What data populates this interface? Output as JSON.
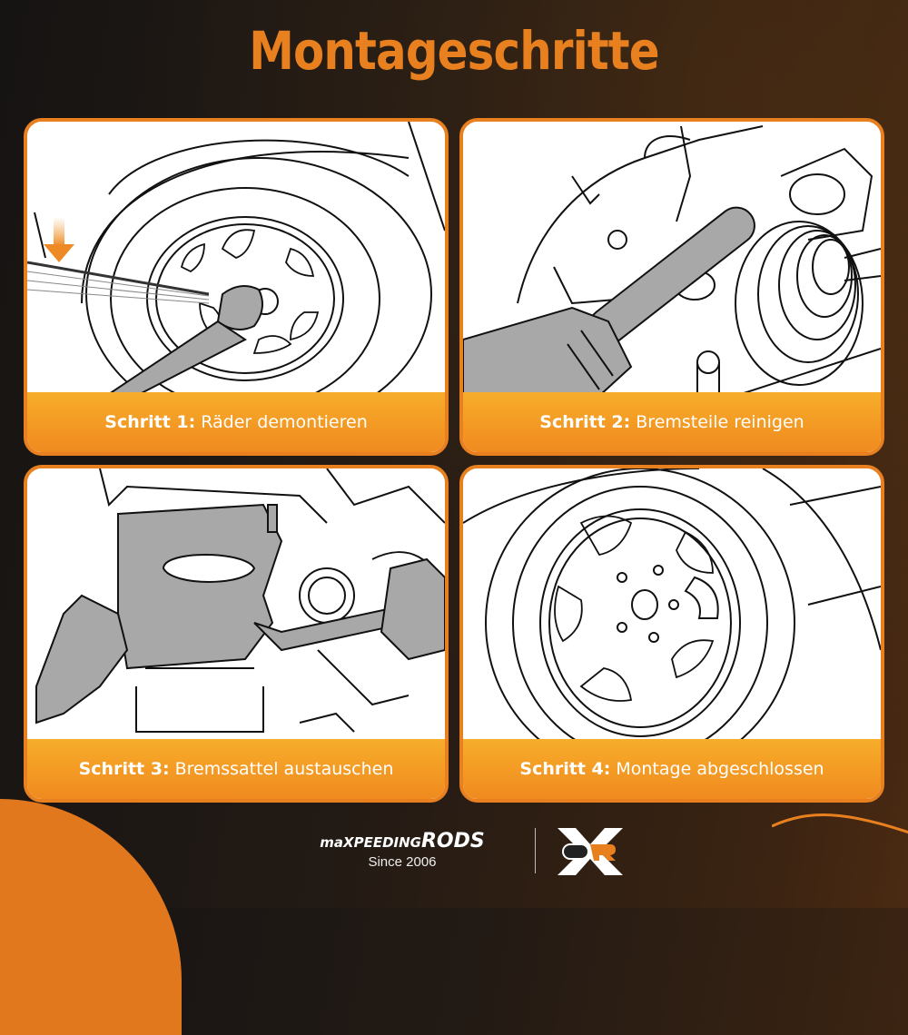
{
  "title": "Montageschritte",
  "steps": [
    {
      "step": "Schritt 1:",
      "label": "Räder demontieren",
      "illustration": "wheel-removal-illustration"
    },
    {
      "step": "Schritt 2:",
      "label": "Bremsteile reinigen",
      "illustration": "brake-cleaning-illustration"
    },
    {
      "step": "Schritt 3:",
      "label": "Bremssattel austauschen",
      "illustration": "caliper-replacement-illustration"
    },
    {
      "step": "Schritt 4:",
      "label": "Montage abgeschlossen",
      "illustration": "installed-wheel-illustration"
    }
  ],
  "footer": {
    "brand_part1": "maX",
    "brand_part2": "PEEDING",
    "brand_part3": "RODS",
    "since": "Since 2006",
    "logo_letters": "OR"
  },
  "colors": {
    "accent": "#e8801f",
    "caption_top": "#f7ad2a",
    "caption_bottom": "#f08a1f",
    "background": "#1c1815",
    "gray_fill": "#a8a8a8"
  }
}
